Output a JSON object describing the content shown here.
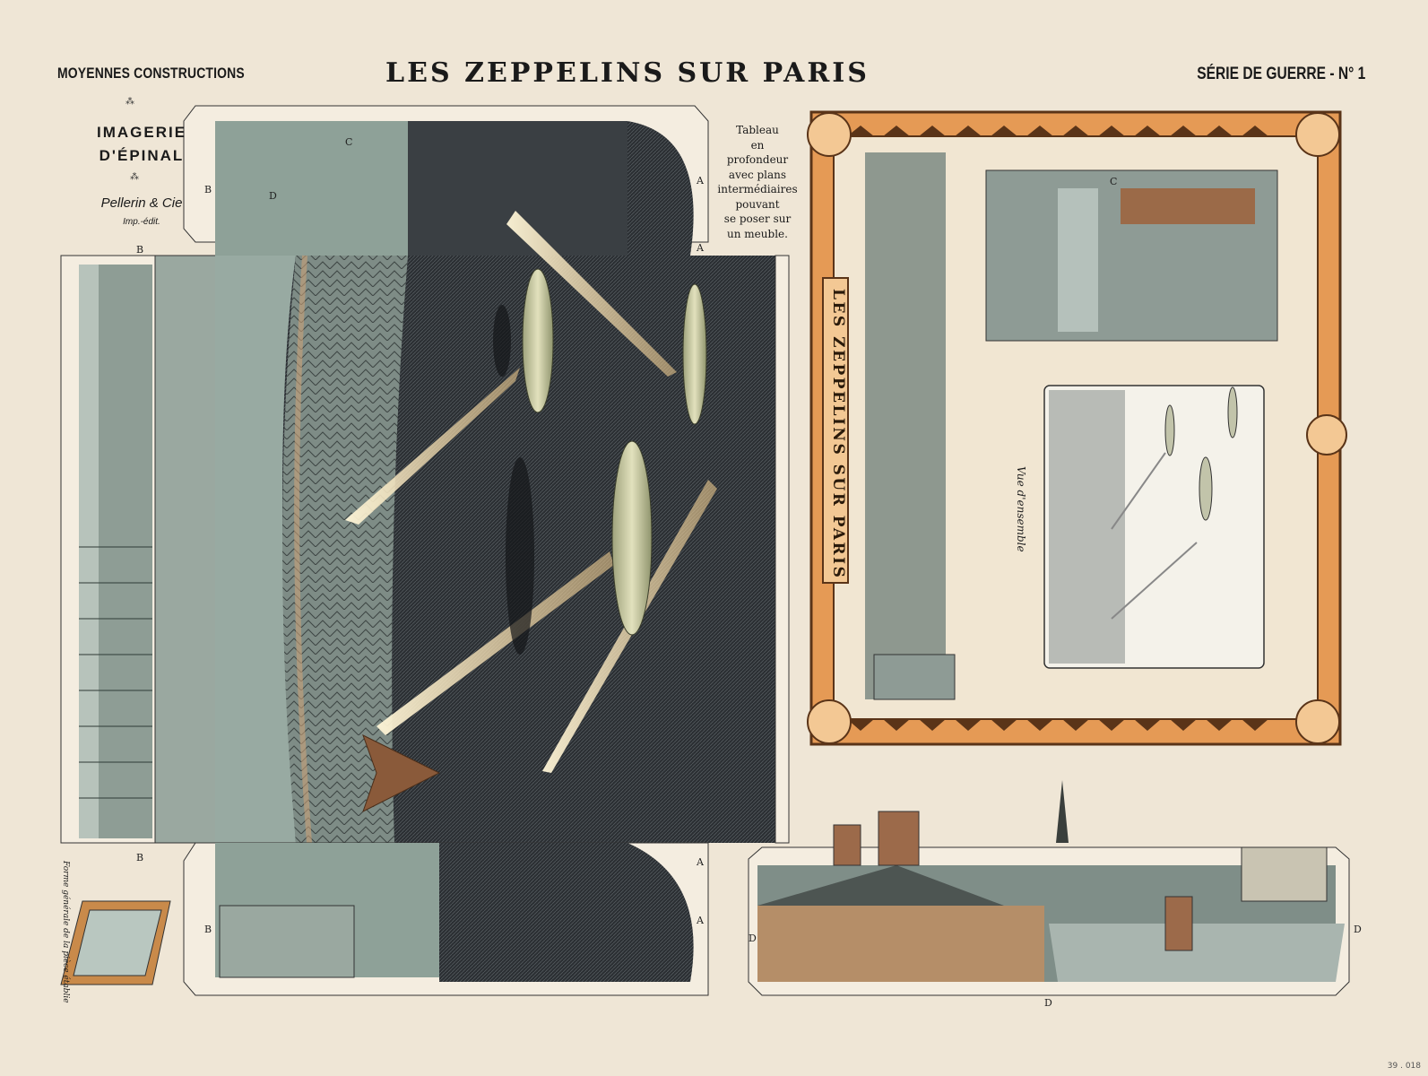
{
  "header": {
    "left_label": "MOYENNES CONSTRUCTIONS",
    "title": "LES ZEPPELINS SUR PARIS",
    "right_label": "SÉRIE DE GUERRE - N° 1"
  },
  "publisher": {
    "ornament": "⁂",
    "name_line1": "IMAGERIE",
    "name_line2": "D'ÉPINAL",
    "maker": "Pellerin & Cie",
    "maker_sub": "Imp.-édit."
  },
  "instructions": {
    "lines": [
      "Tableau",
      "en",
      "profondeur",
      "avec plans",
      "intermédiaires",
      "pouvant",
      "se poser sur",
      "un meuble."
    ]
  },
  "side_note": "Forme générale de la pièce établie",
  "frame_banner": "LES ZEPPELINS SUR PARIS",
  "preview_label": "Vue d'ensemble",
  "fold_letters": {
    "a": "A",
    "b": "B",
    "c": "C",
    "d": "D"
  },
  "catalog_mark": "39 . 018",
  "colors": {
    "paper": "#efe6d6",
    "night_sky": "#2e3236",
    "sea_gray": "#8a9a92",
    "frame_orange": "#e59a55",
    "frame_dark": "#5a3418",
    "beam": "#f3e3b8",
    "airship": "#c9cba4"
  }
}
